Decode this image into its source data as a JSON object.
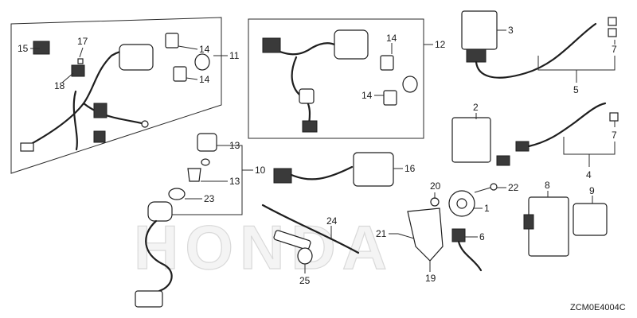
{
  "watermark": "HONDA",
  "diagram_code": "ZCM0E4004C",
  "callouts": {
    "p1": "1",
    "p2": "2",
    "p3": "3",
    "p4": "4",
    "p5": "5",
    "p6": "6",
    "p7a": "7",
    "p7b": "7",
    "p8": "8",
    "p9": "9",
    "p10": "10",
    "p11": "11",
    "p12": "12",
    "p13a": "13",
    "p13b": "13",
    "p14a": "14",
    "p14b": "14",
    "p14c": "14",
    "p14d": "14",
    "p15": "15",
    "p16": "16",
    "p17": "17",
    "p18": "18",
    "p19": "19",
    "p20": "20",
    "p21": "21",
    "p22": "22",
    "p23": "23",
    "p24": "24",
    "p25": "25"
  }
}
